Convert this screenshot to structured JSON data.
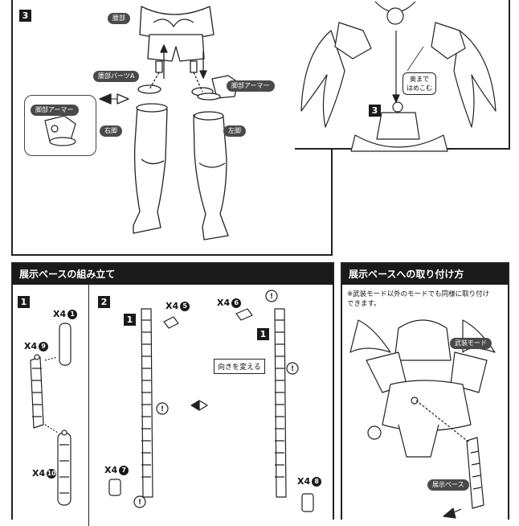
{
  "top": {
    "step_left": "3",
    "step_right": "3",
    "labels": {
      "waist": "腰部",
      "hip_part_a": "腰部パーツA",
      "leg_armor_right": "脚部アーマー",
      "leg_armor_box": "脚部アーマー",
      "right_leg": "右脚",
      "left_leg": "左脚"
    },
    "insert_deep": "奥まで\nはめこむ"
  },
  "assembly": {
    "title": "展示ベースの組み立て",
    "step1": "1",
    "step2": "2",
    "qty_a": {
      "count": "X4",
      "part": "1"
    },
    "qty_b": {
      "count": "X4",
      "part": "9"
    },
    "qty_c": {
      "count": "X4",
      "part": "10"
    },
    "qty_d": {
      "count": "X4",
      "part": "5"
    },
    "qty_e": {
      "count": "X4",
      "part": "7"
    },
    "qty_f": {
      "count": "X4",
      "part": "6"
    },
    "qty_g": {
      "count": "X4",
      "part": "8"
    },
    "ref_1a": "1",
    "ref_1b": "1",
    "change_direction": "向きを変える",
    "warn": "!"
  },
  "attach": {
    "title": "展示ベースへの取り付け方",
    "note": "※武装モード以外のモードでも同様に取り付け\nできます。",
    "mode_label": "武装モード",
    "base_label": "展示ベース"
  }
}
